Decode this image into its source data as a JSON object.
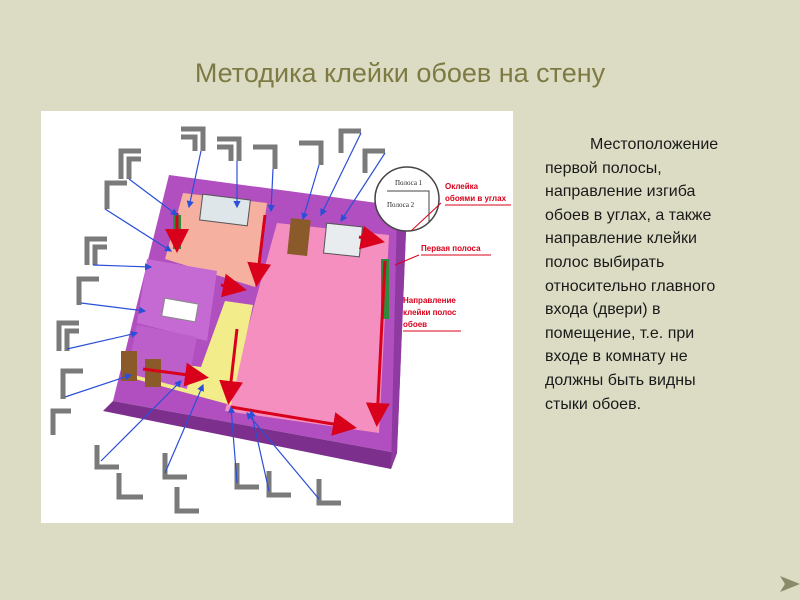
{
  "slide": {
    "title": "Методика клейки обоев на стену",
    "body_text": "Местоположение\nпервой полосы,\nнаправление изгиба\nобоев в углах, а также\nнаправление клейки\nполос выбирать\nотносительно главного\nвхода (двери) в\nпомещение, т.е. при\nвходе в комнату не\nдолжны быть видны\nстыки обоев."
  },
  "diagram": {
    "labels": {
      "corners": "Оклейка обоями в углах",
      "first_strip": "Первая полоса",
      "direction": "Направление клейки полос обоев"
    },
    "inset": {
      "strip1": "Полоса 1",
      "strip2": "Полоса 2"
    },
    "colors": {
      "walls": "#b14fc0",
      "wall_dark": "#7c2f8c",
      "main_floor": "#f58fbf",
      "corridor_floor": "#f2ec8a",
      "kitchen_floor": "#f5b0a0",
      "annotation": "#d9001b",
      "pointer": "#2b4fd6"
    }
  }
}
